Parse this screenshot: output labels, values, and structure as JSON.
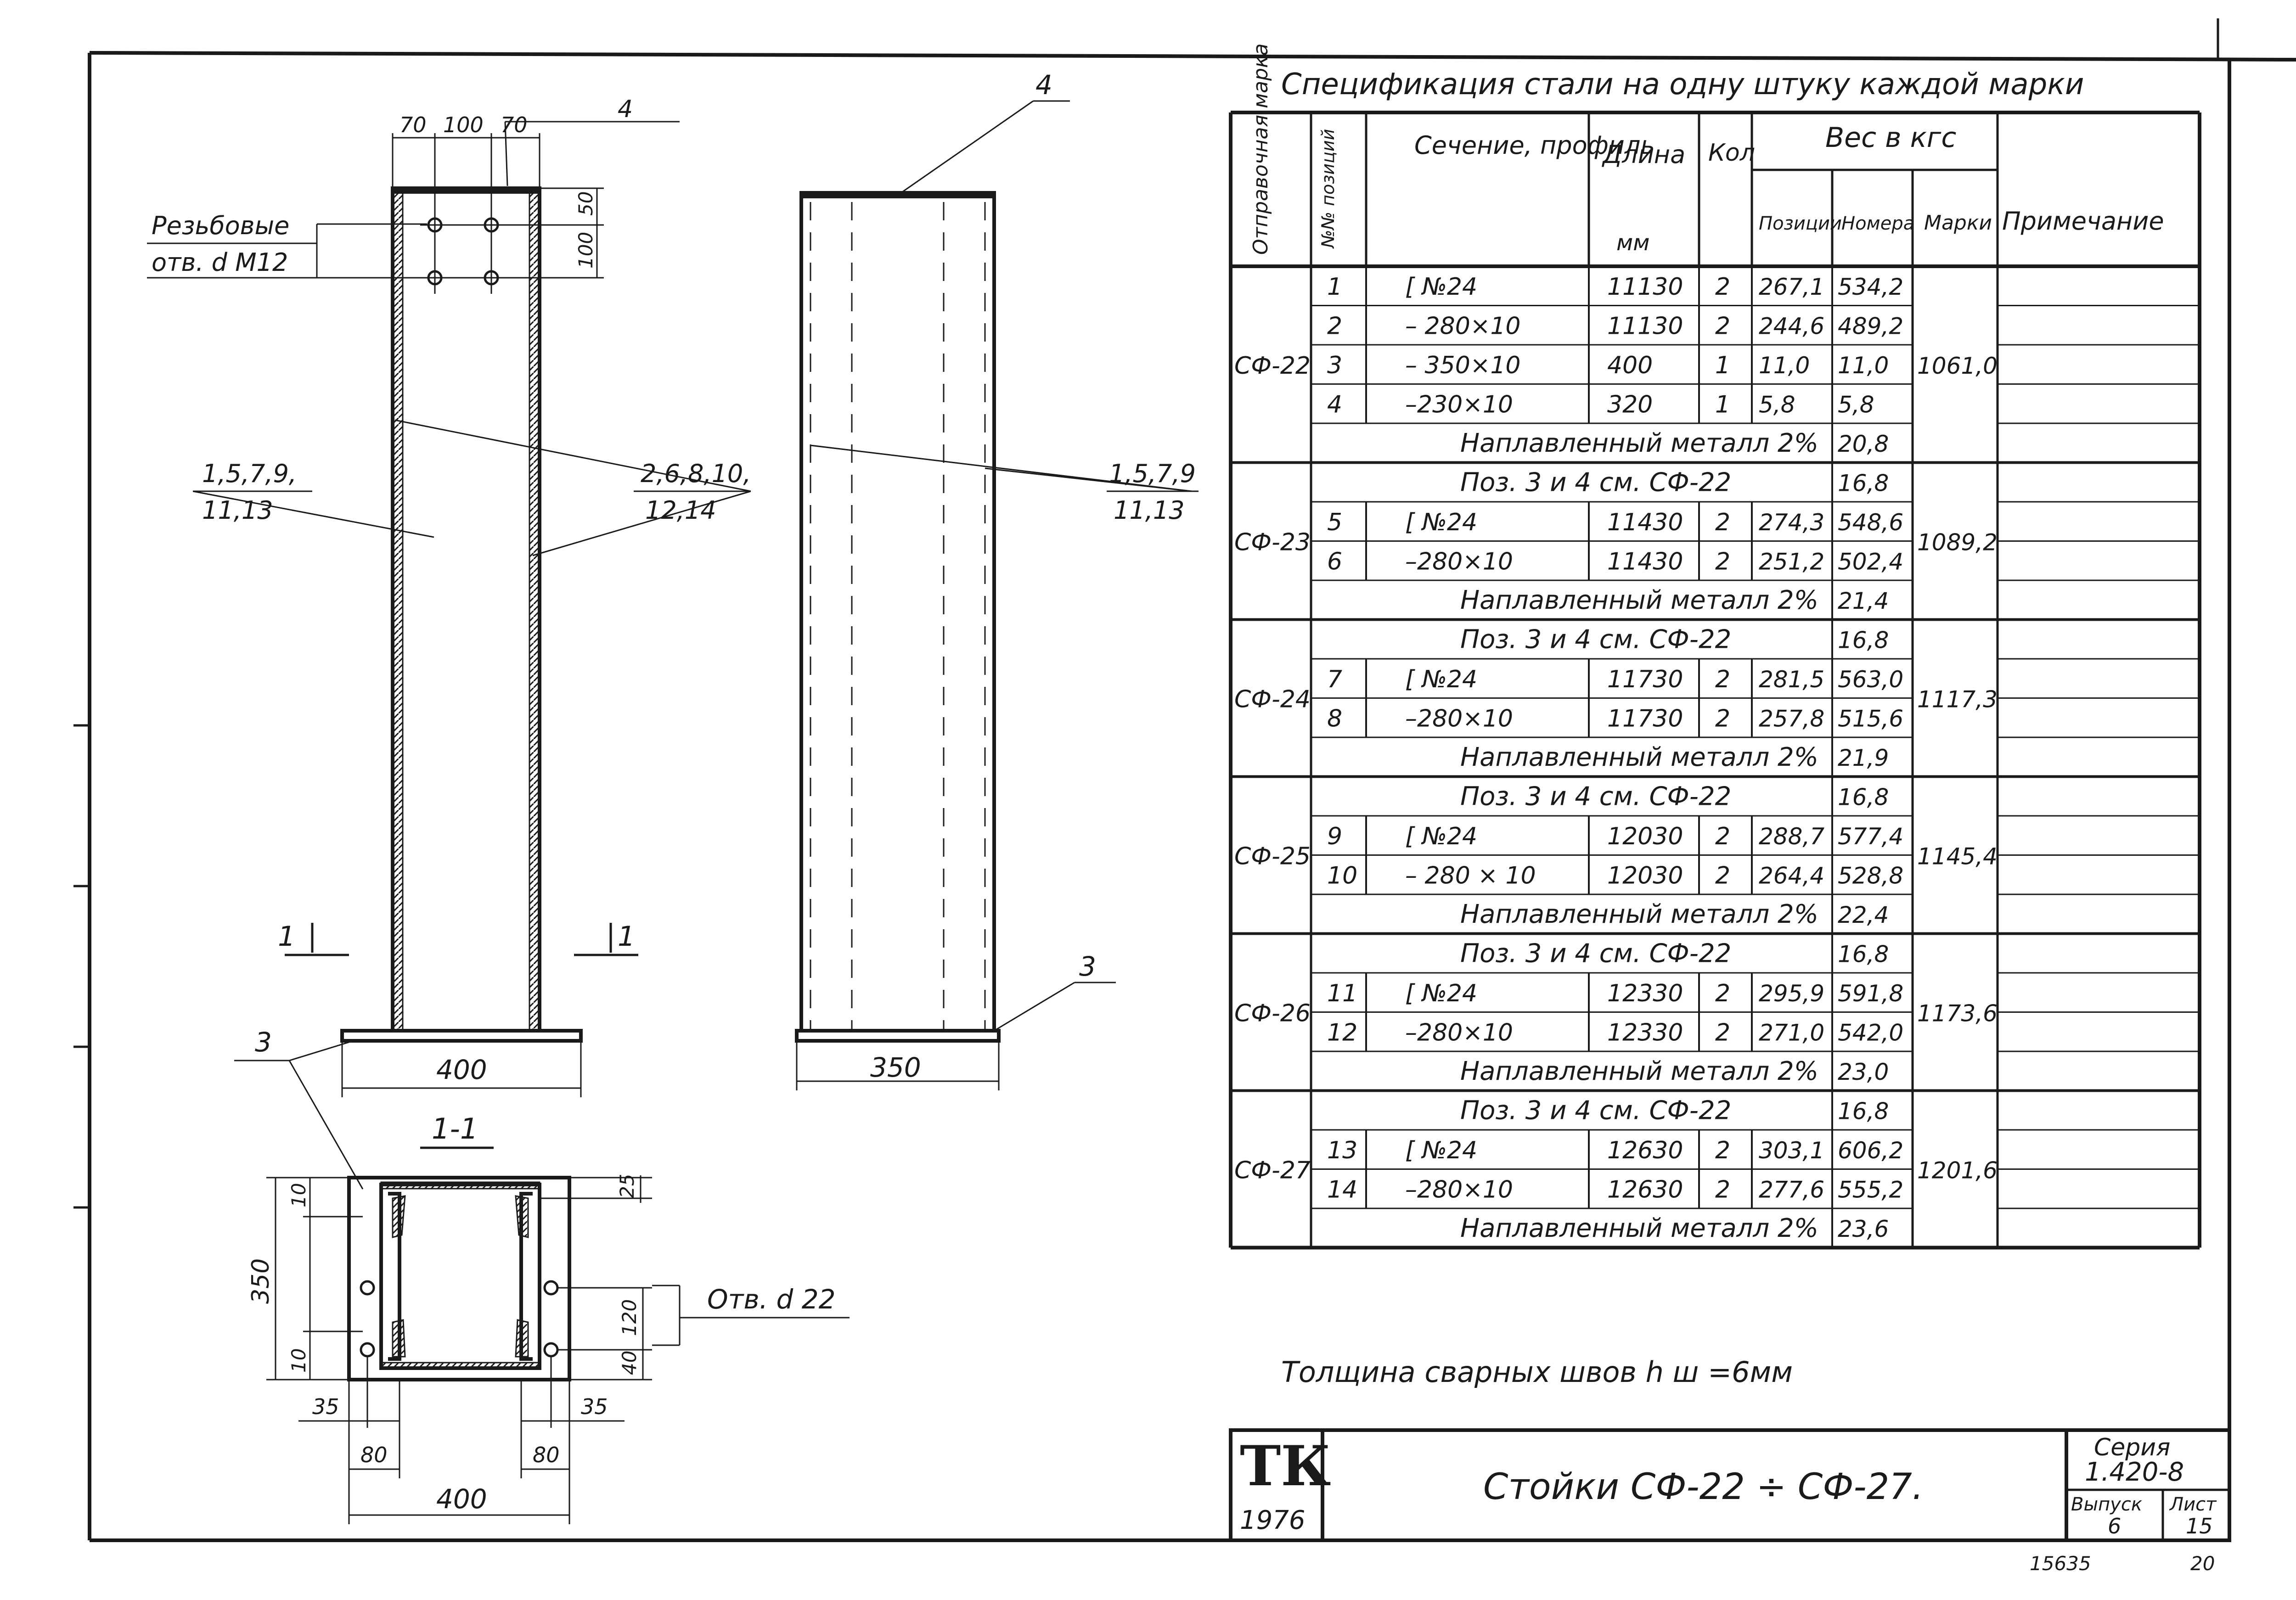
{
  "spec_title": "Спецификация стали на одну штуку каждой марки",
  "headers": {
    "mark": "Отправочная марка",
    "pos": "№№ позиций",
    "section": "Сечение, профиль",
    "length": "Длина",
    "length_unit": "мм",
    "qty": "Кол",
    "weight": "Вес в кгс",
    "w_pos": "Позиции",
    "w_num": "Номера",
    "w_mark": "Марки",
    "note": "Примечание"
  },
  "rows": [
    {
      "mark": "СФ-22",
      "pos": "1",
      "section": "[ №24",
      "length": "11130",
      "qty": "2",
      "wpos": "267,1",
      "wnum": "534,2",
      "wmark": "1061,0"
    },
    {
      "mark": "",
      "pos": "2",
      "section": "– 280×10",
      "length": "11130",
      "qty": "2",
      "wpos": "244,6",
      "wnum": "489,2",
      "wmark": ""
    },
    {
      "mark": "",
      "pos": "3",
      "section": "– 350×10",
      "length": "400",
      "qty": "1",
      "wpos": "11,0",
      "wnum": "11,0",
      "wmark": ""
    },
    {
      "mark": "",
      "pos": "4",
      "section": "–230×10",
      "length": "320",
      "qty": "1",
      "wpos": "5,8",
      "wnum": "5,8",
      "wmark": ""
    },
    {
      "span": "Наплавленный металл 2%",
      "wnum": "20,8"
    },
    {
      "mark": "СФ-23",
      "span": "Поз. 3 и 4 см. СФ-22",
      "wnum": "16,8",
      "wmark": "1089,2"
    },
    {
      "mark": "",
      "pos": "5",
      "section": "[ №24",
      "length": "11430",
      "qty": "2",
      "wpos": "274,3",
      "wnum": "548,6",
      "wmark": ""
    },
    {
      "mark": "",
      "pos": "6",
      "section": "–280×10",
      "length": "11430",
      "qty": "2",
      "wpos": "251,2",
      "wnum": "502,4",
      "wmark": ""
    },
    {
      "span": "Наплавленный металл 2%",
      "wnum": "21,4"
    },
    {
      "mark": "СФ-24",
      "span": "Поз. 3 и 4 см. СФ-22",
      "wnum": "16,8",
      "wmark": "1117,3"
    },
    {
      "mark": "",
      "pos": "7",
      "section": "[ №24",
      "length": "11730",
      "qty": "2",
      "wpos": "281,5",
      "wnum": "563,0",
      "wmark": ""
    },
    {
      "mark": "",
      "pos": "8",
      "section": "–280×10",
      "length": "11730",
      "qty": "2",
      "wpos": "257,8",
      "wnum": "515,6",
      "wmark": ""
    },
    {
      "span": "Наплавленный металл 2%",
      "wnum": "21,9"
    },
    {
      "mark": "СФ-25",
      "span": "Поз. 3 и 4 см. СФ-22",
      "wnum": "16,8",
      "wmark": "1145,4"
    },
    {
      "mark": "",
      "pos": "9",
      "section": "[ №24",
      "length": "12030",
      "qty": "2",
      "wpos": "288,7",
      "wnum": "577,4",
      "wmark": ""
    },
    {
      "mark": "",
      "pos": "10",
      "section": "– 280 × 10",
      "length": "12030",
      "qty": "2",
      "wpos": "264,4",
      "wnum": "528,8",
      "wmark": ""
    },
    {
      "span": "Наплавленный металл 2%",
      "wnum": "22,4"
    },
    {
      "mark": "СФ-26",
      "span": "Поз. 3 и 4 см. СФ-22",
      "wnum": "16,8",
      "wmark": "1173,6"
    },
    {
      "mark": "",
      "pos": "11",
      "section": "[ №24",
      "length": "12330",
      "qty": "2",
      "wpos": "295,9",
      "wnum": "591,8",
      "wmark": ""
    },
    {
      "mark": "",
      "pos": "12",
      "section": "–280×10",
      "length": "12330",
      "qty": "2",
      "wpos": "271,0",
      "wnum": "542,0",
      "wmark": ""
    },
    {
      "span": "Наплавленный металл 2%",
      "wnum": "23,0"
    },
    {
      "mark": "СФ-27",
      "span": "Поз. 3 и 4 см. СФ-22",
      "wnum": "16,8",
      "wmark": "1201,6"
    },
    {
      "mark": "",
      "pos": "13",
      "section": "[ №24",
      "length": "12630",
      "qty": "2",
      "wpos": "303,1",
      "wnum": "606,2",
      "wmark": ""
    },
    {
      "mark": "",
      "pos": "14",
      "section": "–280×10",
      "length": "12630",
      "qty": "2",
      "wpos": "277,6",
      "wnum": "555,2",
      "wmark": ""
    },
    {
      "span": "Наплавленный металл 2%",
      "wnum": "23,6"
    }
  ],
  "weld_note": "Толщина сварных швов h ш =6мм",
  "drawing_labels": {
    "threaded_holes_1": "Резьбовые",
    "threaded_holes_2": "отв. d М12",
    "dim_70a": "70",
    "dim_100": "100",
    "dim_70b": "70",
    "dim_50": "50",
    "dim_100v": "100",
    "pos4": "4",
    "pos4b": "4",
    "pos3": "3",
    "pos3b": "3",
    "left_ref_1": "1,5,7,9,",
    "left_ref_2": "11,13",
    "mid_ref_1": "2,6,8,10,",
    "mid_ref_2": "12,14",
    "right_ref_1": "1,5,7,9",
    "right_ref_2": "11,13",
    "cut_mark": "1",
    "dim_400_front": "400",
    "dim_350_side": "350",
    "section_title": "1-1",
    "dim_25": "25",
    "dim_10a": "10",
    "dim_10b": "10",
    "dim_350_sec": "350",
    "dim_120": "120",
    "dim_40": "40",
    "dim_35a": "35",
    "dim_35b": "35",
    "dim_80a": "80",
    "dim_80b": "80",
    "dim_400_sec": "400",
    "hole_note": "Отв. d 22"
  },
  "title_block": {
    "org": "ТК",
    "year": "1976",
    "title": "Стойки СФ-22 ÷ СФ-27.",
    "series_label": "Серия",
    "series_value": "1.420-8",
    "issue_label": "Выпуск",
    "issue_value": "6",
    "sheet_label": "Лист",
    "sheet_value": "15"
  },
  "stamp_numbers": {
    "archive": "15635",
    "page": "20"
  }
}
